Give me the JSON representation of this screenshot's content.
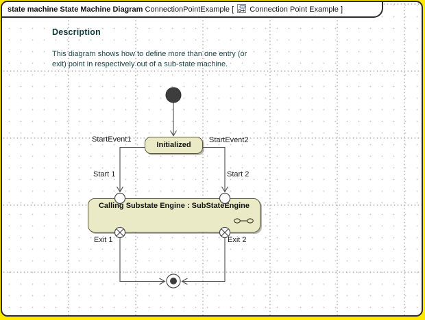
{
  "frame": {
    "title_bold": "state machine State Machine Diagram",
    "title_middle": " ConnectionPointExample [ ",
    "title_end": " Connection Point Example ]"
  },
  "description": {
    "heading": "Description",
    "line1": "This diagram shows how to define more than one entry (or",
    "line2": "exit) point in respectively out of a sub-state machine."
  },
  "diagram": {
    "states": {
      "initialized": "Initialized",
      "substate": "Calling Substate Engine : SubStateEngine"
    },
    "labels": {
      "start_event1": "StartEvent1",
      "start_event2": "StartEvent2",
      "start1": "Start 1",
      "start2": "Start 2",
      "exit1": "Exit 1",
      "exit2": "Exit 2"
    },
    "colors": {
      "page_background": "#FFE800",
      "frame_border": "#2B2B2B",
      "canvas_background": "#FFFFFF",
      "state_fill": "#EAEAC6",
      "state_border": "#5A5A40",
      "connector_line": "#4A4A4A",
      "initial_final_fill": "#3D3D3D",
      "heading_text": "#113B3B",
      "body_text": "#1E4747",
      "grid_dots": "#C7C7C7"
    }
  }
}
